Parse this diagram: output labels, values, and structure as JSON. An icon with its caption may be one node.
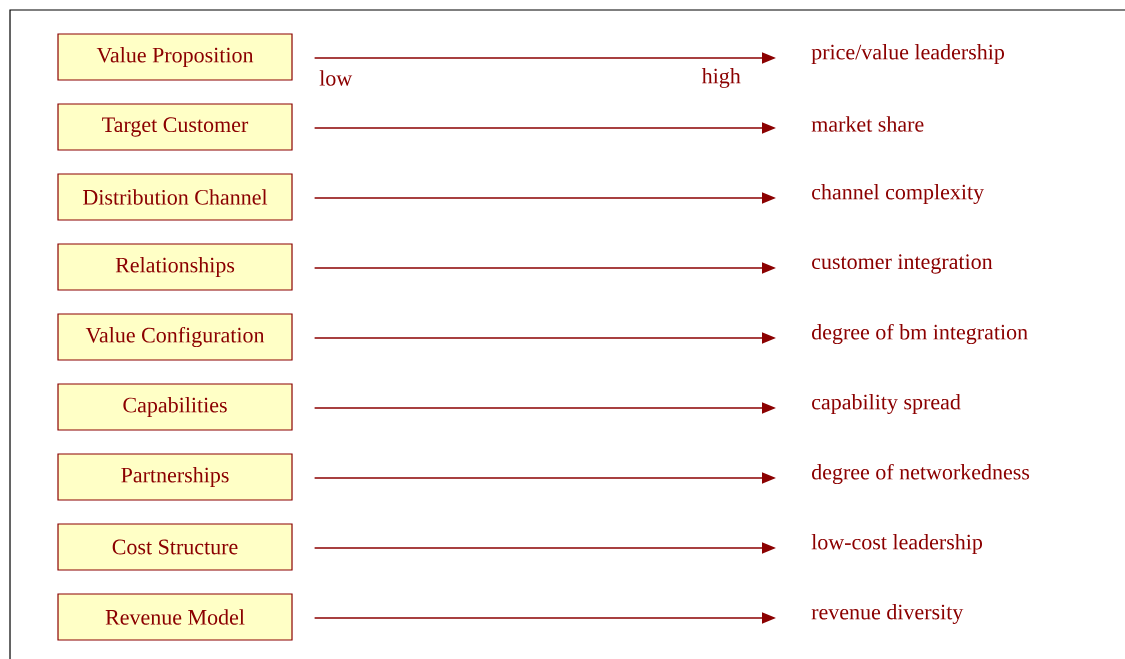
{
  "diagram": {
    "nodes": [
      {
        "text": [
          "Value Proposition"
        ]
      },
      {
        "text": [
          "Target Customer"
        ]
      },
      {
        "text": [
          "Distribution Channel"
        ]
      },
      {
        "text": [
          "Relationships"
        ]
      },
      {
        "text": [
          "Value Configuration"
        ]
      },
      {
        "text": [
          "Capabilities"
        ]
      },
      {
        "text": [
          "Partnerships"
        ]
      },
      {
        "text": [
          "Cost Structure"
        ]
      },
      {
        "text": [
          "Revenue Model"
        ]
      },
      {
        "text": [
          "price/value leadership"
        ]
      },
      {
        "text": [
          "market share"
        ]
      },
      {
        "text": [
          "channel complexity"
        ]
      },
      {
        "text": [
          "customer integration"
        ]
      },
      {
        "text": [
          "degree of bm integration"
        ]
      },
      {
        "text": [
          "capability spread"
        ]
      },
      {
        "text": [
          "degree of networkedness"
        ]
      },
      {
        "text": [
          "low-cost leadership"
        ]
      },
      {
        "text": [
          "revenue diversity"
        ]
      }
    ],
    "edges": [
      {
        "from": 0,
        "to": 9,
        "arrow": "to"
      },
      {
        "from": 1,
        "to": 10,
        "arrow": "to"
      },
      {
        "from": 2,
        "to": 11,
        "arrow": "to"
      },
      {
        "from": 3,
        "to": 12,
        "arrow": "to"
      },
      {
        "from": 4,
        "to": 13,
        "arrow": "to"
      },
      {
        "from": 5,
        "to": 14,
        "arrow": "to"
      },
      {
        "from": 6,
        "to": 15,
        "arrow": "to"
      },
      {
        "from": 7,
        "to": 16,
        "arrow": "to"
      },
      {
        "from": 8,
        "to": 17,
        "arrow": "to"
      }
    ],
    "labels": [
      "low",
      "high"
    ]
  }
}
